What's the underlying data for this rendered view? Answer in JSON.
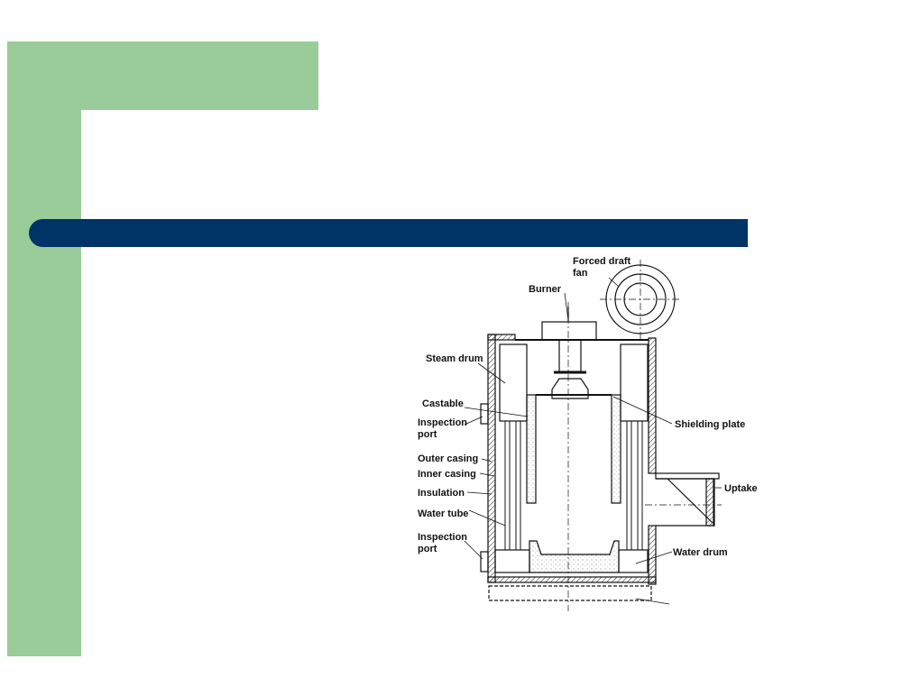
{
  "slide": {
    "accent_green": "#99cc99",
    "title_bar_color": "#003366",
    "title": ""
  },
  "diagram": {
    "subject": "Water-tube boiler cross-section",
    "labels": {
      "forced_draft_fan_1": "Forced draft",
      "forced_draft_fan_2": "fan",
      "burner": "Burner",
      "steam_drum": "Steam drum",
      "castable": "Castable",
      "inspection_port_top_1": "Inspection",
      "inspection_port_top_2": "port",
      "outer_casing": "Outer casing",
      "inner_casing": "Inner casing",
      "insulation": "Insulation",
      "water_tube": "Water tube",
      "inspection_port_bottom_1": "Inspection",
      "inspection_port_bottom_2": "port",
      "shielding_plate": "Shielding plate",
      "uptake": "Uptake",
      "water_drum": "Water drum"
    }
  }
}
